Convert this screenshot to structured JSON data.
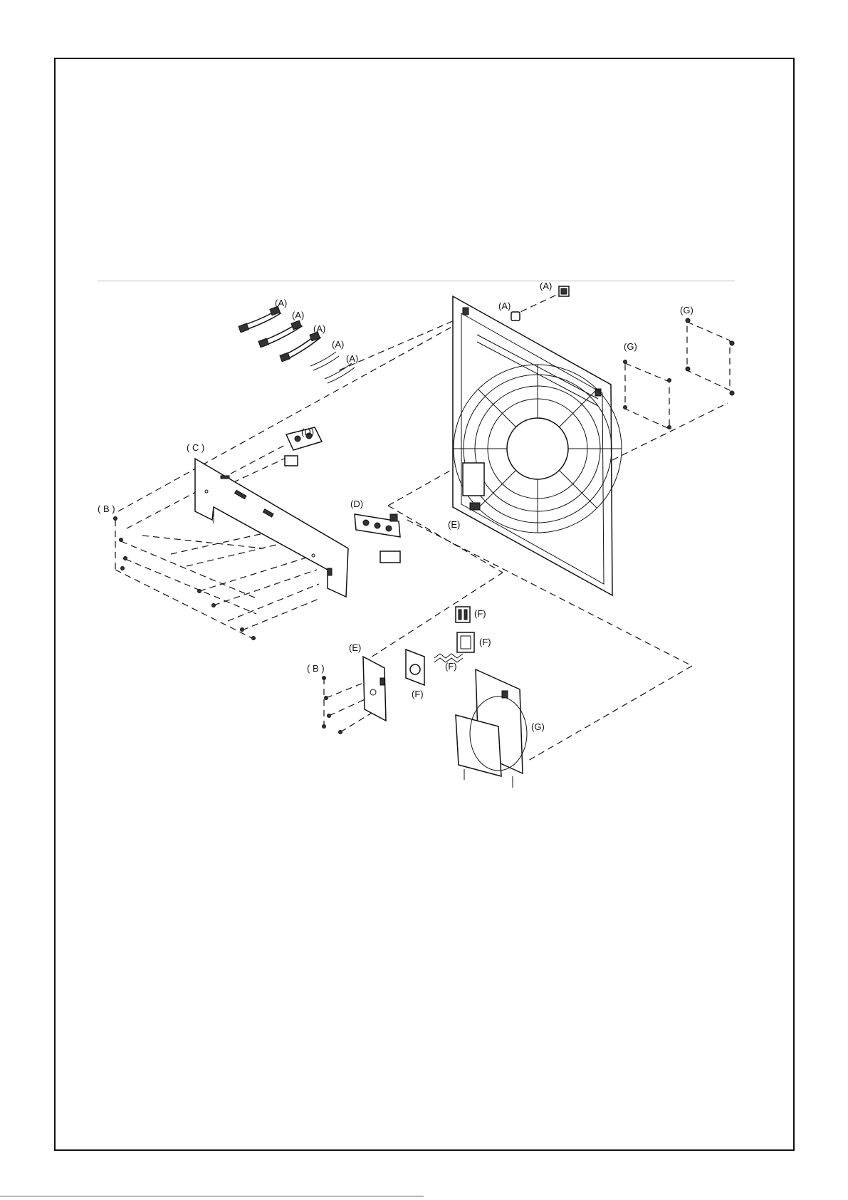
{
  "labels": {
    "a": "(A)",
    "b": "( B )",
    "c": "( C )",
    "d": "(D)",
    "e": "(E)",
    "f": "(F)",
    "g": "(G)"
  }
}
